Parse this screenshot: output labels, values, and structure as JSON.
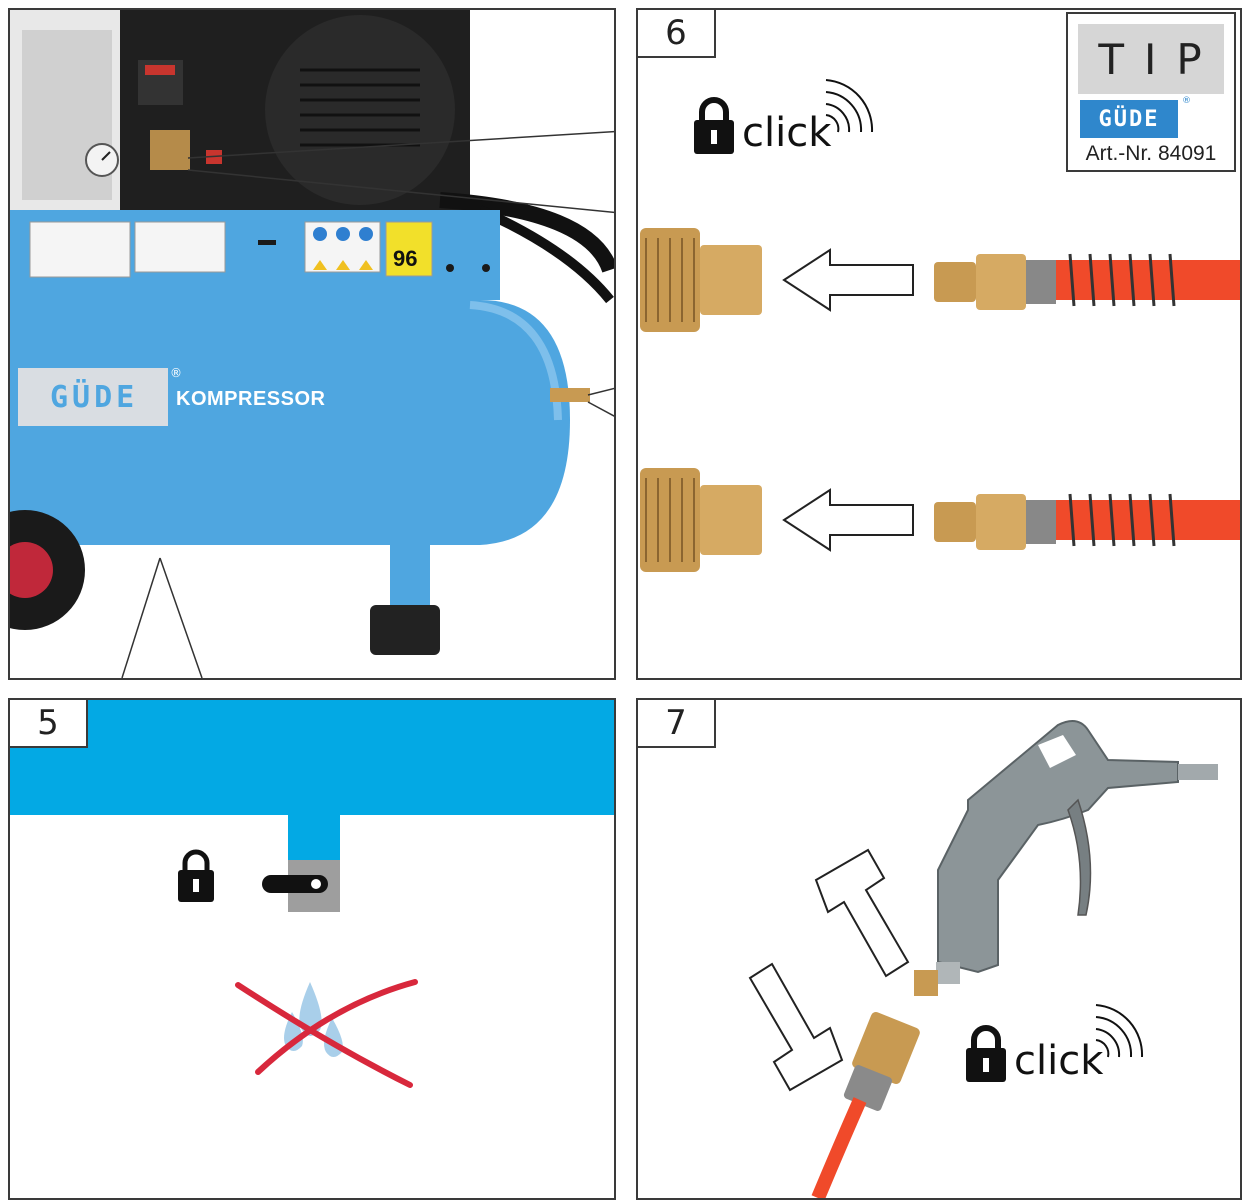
{
  "panels": {
    "panel5": {
      "number": "5"
    },
    "panel6": {
      "number": "6",
      "click_label": "click"
    },
    "panel7": {
      "number": "7",
      "click_label": "click"
    }
  },
  "compressor": {
    "brand": "GÜDE",
    "product_label": "KOMPRESSOR",
    "registered_mark": "®",
    "noise_label": "96"
  },
  "tip_box": {
    "title": "TIP",
    "brand": "GÜDE",
    "registered_mark": "®",
    "article_number": "Art.-Nr. 84091"
  },
  "colors": {
    "tank_blue": "#4fa6e0",
    "drain_blue": "#03a9e4",
    "hose_red": "#f04a2a",
    "brass": "#c89a52",
    "cross_red": "#d8283c",
    "water_drop": "#a9cfea",
    "tip_logo_blue": "#2f87cc"
  },
  "icons": [
    "lock-icon",
    "sound-wave-icon",
    "arrow-left-icon",
    "cross-mark-icon",
    "water-drop-icon"
  ]
}
